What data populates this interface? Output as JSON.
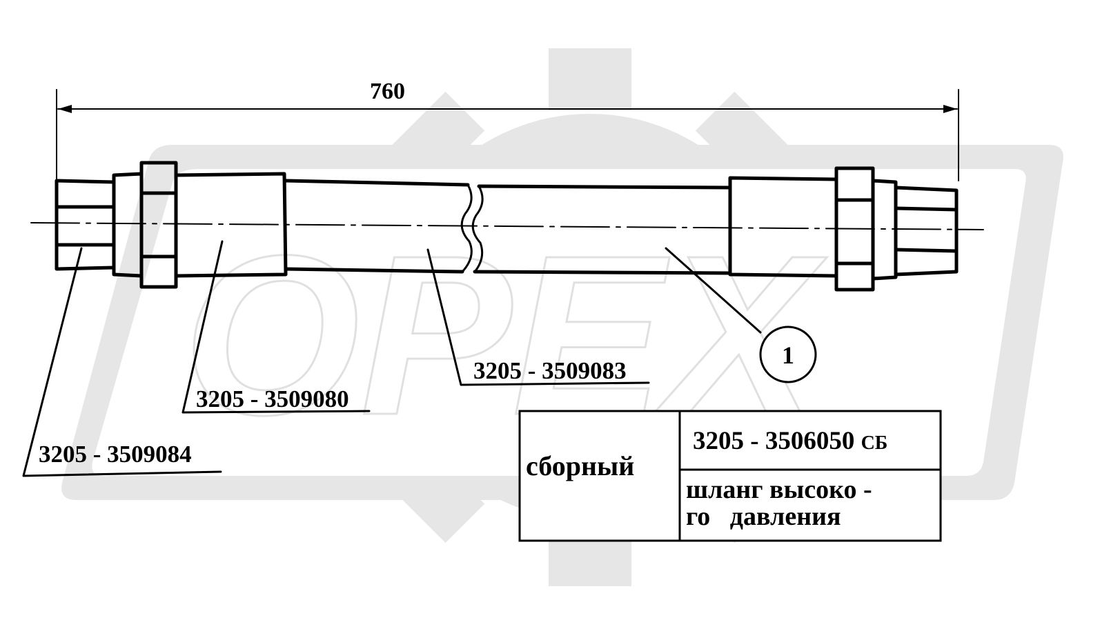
{
  "dimension": {
    "value": "760"
  },
  "part_labels": [
    {
      "text": "3205 - 3509084"
    },
    {
      "text": "3205 - 3509080"
    },
    {
      "text": "3205 - 3509083"
    }
  ],
  "callout": {
    "number": "1"
  },
  "title_block": {
    "type_label": "сборный",
    "assembly_number": "3205 - 3506050",
    "assembly_suffix": "СБ",
    "name_line1": "шланг высоко -",
    "name_line2": "го   давления"
  },
  "watermark": {
    "text": "ОРЕХ",
    "color": "#e6e6e6"
  }
}
